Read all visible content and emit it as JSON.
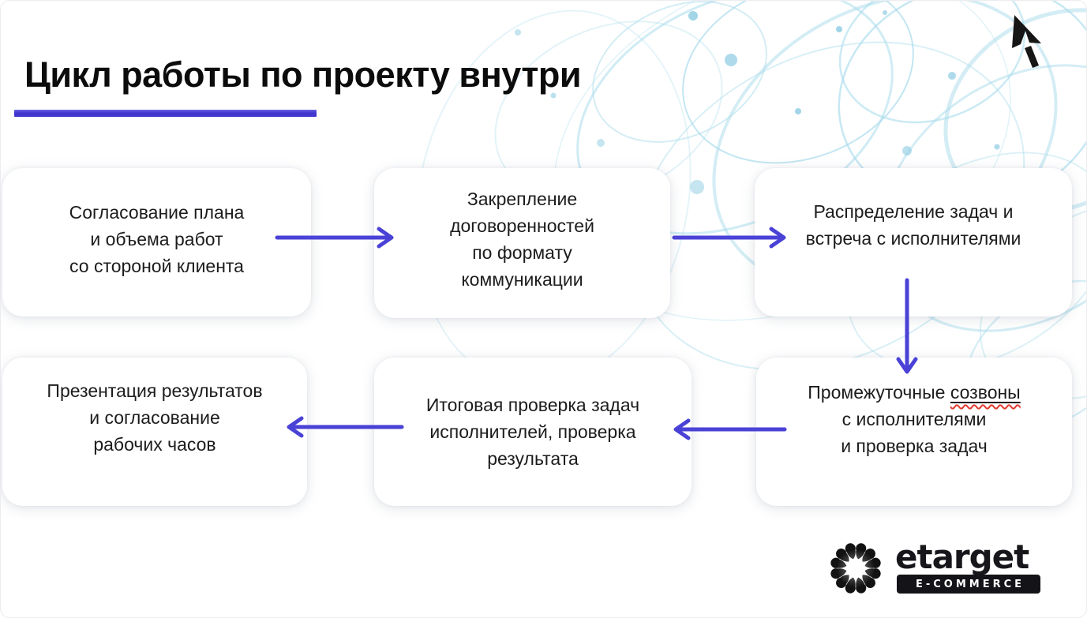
{
  "slide": {
    "title": "Цикл работы по проекту внутри",
    "colors": {
      "accent_underline": "#4136CE",
      "arrow": "#4A42D6",
      "swirl_blue": "#A9DCEC",
      "box_text": "#1C1C1E",
      "spellcheck_red": "#E03A2F"
    }
  },
  "flow": {
    "boxes": [
      {
        "lines": [
          "Согласование плана",
          "и объема работ",
          "со стороной клиента"
        ]
      },
      {
        "lines": [
          "Закрепление",
          "договоренностей",
          "по формату",
          "коммуникации"
        ]
      },
      {
        "lines": [
          "Распределение задач и",
          "встреча с исполнителями"
        ]
      },
      {
        "line1_prefix": "Промежуточные",
        "misspelled_word": "созвоны",
        "lines": [
          "с исполнителями",
          "и проверка задач"
        ]
      },
      {
        "lines": [
          "Итоговая проверка задач",
          "исполнителей, проверка",
          "результата"
        ]
      },
      {
        "lines": [
          "Презентация результатов",
          "и согласование",
          "рабочих часов"
        ]
      }
    ],
    "arrows": [
      "box1-to-box2-right",
      "box2-to-box3-right",
      "box3-to-box4-down",
      "box4-to-box5-left",
      "box5-to-box6-left"
    ]
  },
  "branding": {
    "corner_logo": "cursor-a-logo",
    "footer": {
      "name": "etarget",
      "tagline": "E-COMMERCE"
    }
  }
}
